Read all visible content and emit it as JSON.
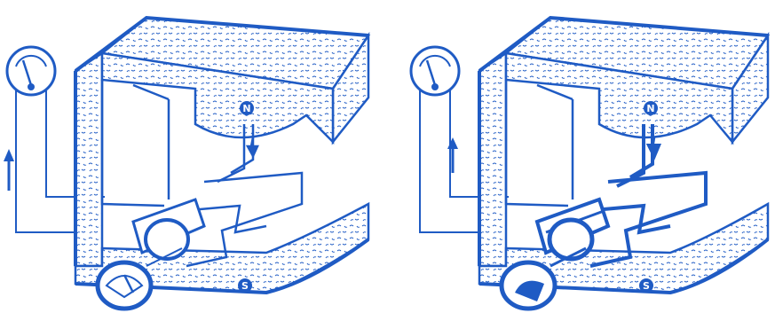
{
  "panels": [
    {
      "north_label": "N",
      "south_label": "S",
      "meter_needle": "left",
      "current_arrow": "up"
    },
    {
      "north_label": "N",
      "south_label": "S",
      "meter_needle": "left",
      "current_arrow": "up",
      "conductor_highlighted": true
    }
  ],
  "colors": {
    "ink": "#1f5bc4",
    "paper": "#ffffff",
    "speckle": "#b9ccee"
  },
  "icons": [
    "galvanometer-icon",
    "current-arrow-icon",
    "magnet-core",
    "armature-coil",
    "commutator-rings"
  ]
}
